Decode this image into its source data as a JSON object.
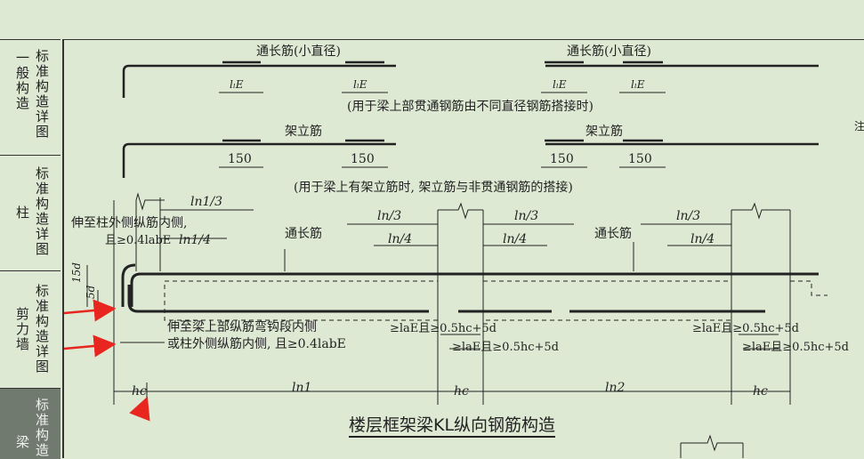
{
  "sidebar": {
    "tabs": [
      {
        "col1": "一般构造",
        "col2": "标准构造详图",
        "active": false
      },
      {
        "col1": "柱",
        "col2": "标准构造详图",
        "active": false
      },
      {
        "col1": "剪力墙",
        "col2": "标准构造详图",
        "active": false
      },
      {
        "col1": "梁",
        "col2": "标准构造",
        "active": true
      }
    ]
  },
  "diagram": {
    "title": "楼层框架梁KL纵向钢筋构造",
    "row1": {
      "label_left": "通长筋(小直径)",
      "label_right": "通长筋(小直径)",
      "dims": [
        "lₗE",
        "lₗE",
        "lₗE",
        "lₗE"
      ],
      "note": "(用于梁上部贯通钢筋由不同直径钢筋搭接时)"
    },
    "row2": {
      "label_left": "架立筋",
      "label_right": "架立筋",
      "dims": [
        "150",
        "150",
        "150",
        "150"
      ],
      "note": "(用于梁上有架立筋时, 架立筋与非贯通钢筋的搭接)"
    },
    "main": {
      "ln1_3": "ln1/3",
      "ln1_4": "ln1/4",
      "ln3_a": "ln/3",
      "ln4_a": "ln/4",
      "ln3_b": "ln/3",
      "ln4_b": "ln/4",
      "ln3_c": "ln/3",
      "ln4_c": "ln/4",
      "tongchang_1": "通长筋",
      "tongchang_2": "通长筋",
      "note_col_1": "伸至柱外侧纵筋内侧,",
      "note_col_2": "且≥0.4labE",
      "dim_15d": "15d",
      "dim_5d": "5d",
      "note_bottom_1": "伸至梁上部纵筋弯钩段内侧",
      "note_bottom_2": "或柱外侧纵筋内侧, 且≥0.4labE",
      "anchor_1": "≥laE且≥0.5hc+5d",
      "anchor_2": "≥laE且≥0.5hc+5d",
      "anchor_3": "≥laE且≥0.5hc+5d",
      "anchor_4": "≥laE且≥0.5hc+5d",
      "hc_1": "hc",
      "hc_2": "hc",
      "hc_3": "hc",
      "ln1": "ln1",
      "ln2": "ln2",
      "side_mark": "注"
    }
  }
}
